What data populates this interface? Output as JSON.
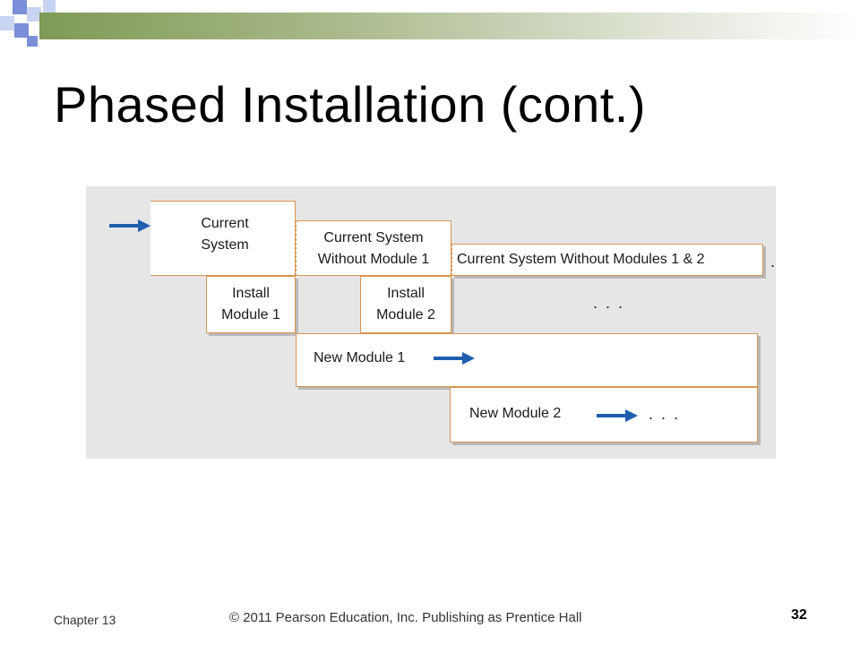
{
  "slide": {
    "title": "Phased Installation (cont.)",
    "accent_colors": {
      "band": "#7f9a56",
      "square_blue": "#7a8fd8",
      "square_light": "#c9d3f2",
      "box_border": "#d9954f",
      "arrow": "#1f5fb0"
    }
  },
  "diagram": {
    "current_system": "Current System",
    "current_without_1": "Current System Without Module 1",
    "current_without_1_2": "Current System Without Modules 1 & 2",
    "install_module_1": "Install Module 1",
    "install_module_2": "Install Module 2",
    "new_module_1": "New Module 1",
    "new_module_2": "New Module 2",
    "continuation": ". . ."
  },
  "footer": {
    "chapter": "Chapter 13",
    "copyright": "© 2011 Pearson Education, Inc. Publishing as Prentice Hall",
    "page_number": "32"
  }
}
